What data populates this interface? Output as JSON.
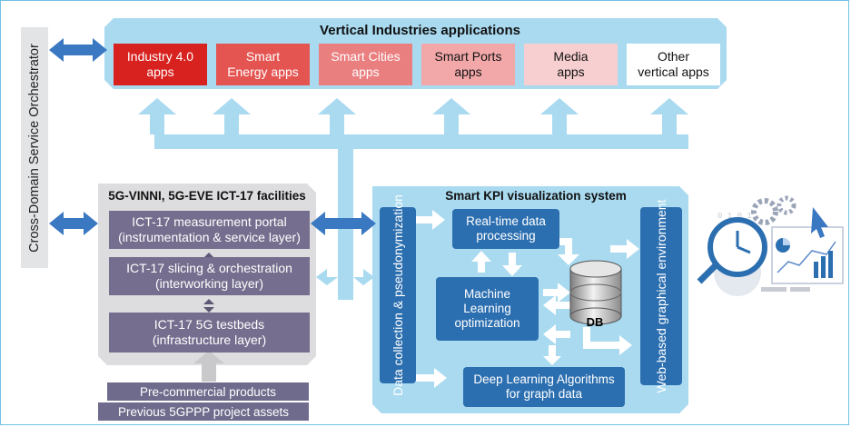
{
  "orchestrator": {
    "label": "Cross-Domain Service Orchestrator"
  },
  "vertical_apps": {
    "title": "Vertical Industries applications",
    "apps": [
      {
        "label": "Industry 4.0\napps",
        "color": "#d7221f",
        "text_color": "#ffffff"
      },
      {
        "label": "Smart\nEnergy apps",
        "color": "#e45552",
        "text_color": "#ffffff"
      },
      {
        "label": "Smart Cities\napps",
        "color": "#ea7f80",
        "text_color": "#ffffff"
      },
      {
        "label": "Smart Ports\napps",
        "color": "#f2a8a9",
        "text_color": "#111111"
      },
      {
        "label": "Media\napps",
        "color": "#f8cfd0",
        "text_color": "#111111"
      },
      {
        "label": "Other\nvertical apps",
        "color": "#ffffff",
        "text_color": "#111111"
      }
    ]
  },
  "facilities": {
    "title": "5G-VINNI, 5G-EVE ICT-17 facilities",
    "layers": [
      {
        "label": "ICT-17 measurement portal\n(instrumentation & service layer)"
      },
      {
        "label": "ICT-17 slicing & orchestration\n(interworking layer)"
      },
      {
        "label": "ICT-17 5G testbeds\n(infrastructure layer)"
      }
    ],
    "inputs": [
      {
        "label": "Pre-commercial products"
      },
      {
        "label": "Previous 5GPPP project assets"
      }
    ]
  },
  "kpi_system": {
    "title": "Smart KPI visualization system",
    "data_collection": "Data collection &\npseudonymization",
    "realtime": "Real-time data\nprocessing",
    "ml": "Machine\nLearning\noptimization",
    "db": "DB",
    "deep_learning": "Deep Learning Algorithms\nfor graph data",
    "web_env": "Web-based graphical\nenvironment"
  },
  "colors": {
    "light_blue": "#a9daf0",
    "dark_blue": "#2c6fb0",
    "arrow_blue": "#3a78c2",
    "gray_panel": "#dddcdf",
    "layer_purple": "#756e8e"
  }
}
